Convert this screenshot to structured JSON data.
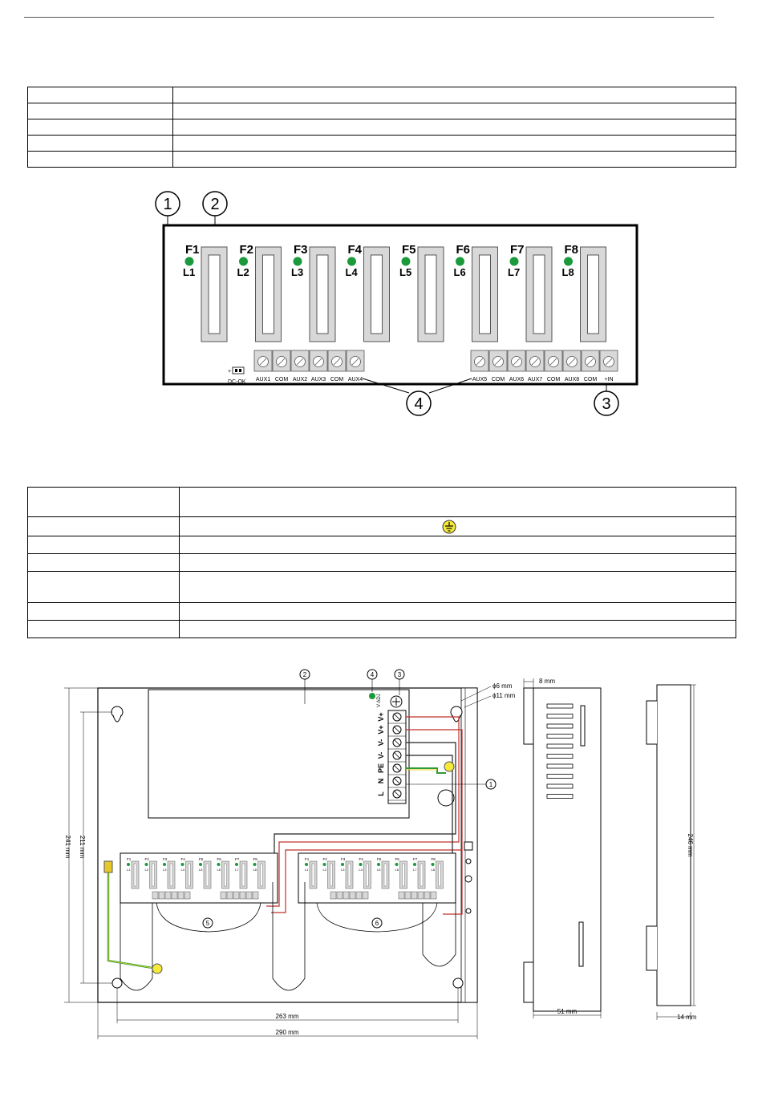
{
  "table1": {
    "rows": 5
  },
  "board_top": {
    "callouts": [
      "1",
      "2",
      "3",
      "4"
    ],
    "fuses": [
      {
        "fuse": "F1",
        "led": "L1"
      },
      {
        "fuse": "F2",
        "led": "L2"
      },
      {
        "fuse": "F3",
        "led": "L3"
      },
      {
        "fuse": "F4",
        "led": "L4"
      },
      {
        "fuse": "F5",
        "led": "L5"
      },
      {
        "fuse": "F6",
        "led": "L6"
      },
      {
        "fuse": "F7",
        "led": "L7"
      },
      {
        "fuse": "F8",
        "led": "L8"
      }
    ],
    "dc_ok": "DC-OK",
    "dc_ok_sign": "+",
    "terminals_left": [
      "AUX1",
      "COM",
      "AUX2",
      "AUX3",
      "COM",
      "AUX4"
    ],
    "terminals_right": [
      "AUX5",
      "COM",
      "AUX6",
      "AUX7",
      "COM",
      "AUX8",
      "COM",
      "+IN"
    ],
    "colors": {
      "led_green": "#1a9a3a",
      "board_gray": "#d8d8d8"
    }
  },
  "table2": {
    "rows": 7
  },
  "enclosure": {
    "callouts": [
      "1",
      "2",
      "3",
      "4",
      "5",
      "6"
    ],
    "power_terminals": [
      "V+",
      "V+",
      "V-",
      "V-",
      "PE",
      "N",
      "L"
    ],
    "v_adj": "V ADJ",
    "fuses_small": [
      "F1",
      "F2",
      "F3",
      "F4",
      "F5",
      "F6",
      "F7",
      "F8"
    ],
    "leds_small": [
      "L1",
      "L2",
      "L3",
      "L4",
      "L5",
      "L6",
      "L7",
      "L8"
    ],
    "dims": {
      "hole_small": "ϕ6 mm",
      "hole_large": "ϕ11 mm",
      "depth_top": "8 mm",
      "height_outer": "241 mm",
      "height_inner": "211 mm",
      "width_inner": "263 mm",
      "width_outer": "290 mm",
      "side_width": "51 mm",
      "side_height": "246 mm",
      "lid_depth": "14 mm"
    }
  }
}
